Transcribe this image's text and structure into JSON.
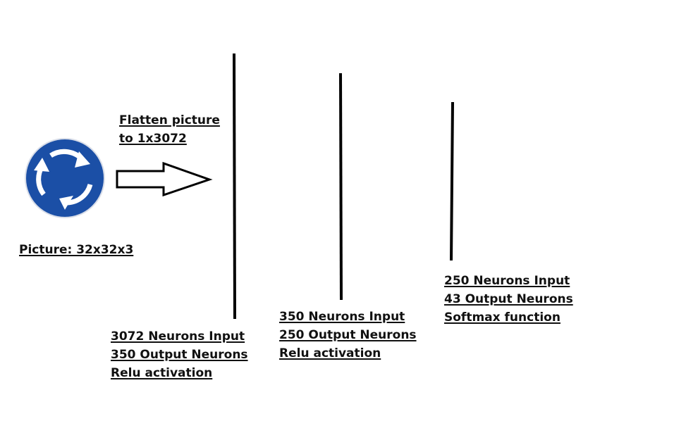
{
  "input_image": {
    "icon": "roundabout-sign-icon",
    "caption": "Picture: 32x32x3",
    "colors": {
      "sign_blue": "#1b4fa6",
      "arrow_white": "#ffffff"
    }
  },
  "flatten_step": {
    "icon": "right-arrow-icon",
    "lines": [
      "Flatten picture",
      "to 1x3072"
    ]
  },
  "layers": [
    {
      "lines": [
        "3072 Neurons Input",
        "350 Output Neurons",
        "Relu activation"
      ]
    },
    {
      "lines": [
        "350 Neurons Input",
        "250 Output Neurons",
        "Relu activation"
      ]
    },
    {
      "lines": [
        "250 Neurons Input",
        "43 Output Neurons",
        "Softmax function"
      ]
    }
  ],
  "colors": {
    "line": "#000000",
    "text": "#111111"
  }
}
